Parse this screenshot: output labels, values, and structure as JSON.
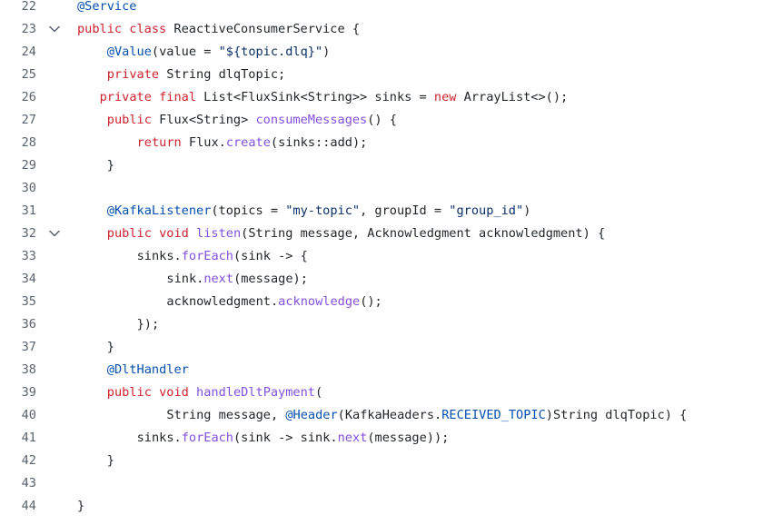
{
  "colors": {
    "plain": "#1f2328",
    "keyword": "#cf222e",
    "annotation": "#0550ae",
    "string": "#0a3069",
    "method": "#8250df",
    "constant": "#0550ae",
    "line_number": "#59636e"
  },
  "lines": [
    {
      "n": "22",
      "fold": false,
      "indent": 0,
      "tokens": [
        {
          "t": "annotation",
          "v": "@Service"
        }
      ]
    },
    {
      "n": "23",
      "fold": true,
      "indent": 0,
      "tokens": [
        {
          "t": "keyword",
          "v": "public"
        },
        {
          "t": "plain",
          "v": " "
        },
        {
          "t": "keyword",
          "v": "class"
        },
        {
          "t": "plain",
          "v": " ReactiveConsumerService {"
        }
      ]
    },
    {
      "n": "24",
      "fold": false,
      "indent": 4,
      "tokens": [
        {
          "t": "annotation",
          "v": "@Value"
        },
        {
          "t": "plain",
          "v": "(value = "
        },
        {
          "t": "string",
          "v": "\"${topic.dlq}\""
        },
        {
          "t": "plain",
          "v": ")"
        }
      ]
    },
    {
      "n": "25",
      "fold": false,
      "indent": 4,
      "tokens": [
        {
          "t": "keyword",
          "v": "private"
        },
        {
          "t": "plain",
          "v": " String dlqTopic;"
        }
      ]
    },
    {
      "n": "26",
      "fold": false,
      "indent": 3,
      "tokens": [
        {
          "t": "keyword",
          "v": "private"
        },
        {
          "t": "plain",
          "v": " "
        },
        {
          "t": "keyword",
          "v": "final"
        },
        {
          "t": "plain",
          "v": " List<FluxSink<String>> sinks = "
        },
        {
          "t": "keyword",
          "v": "new"
        },
        {
          "t": "plain",
          "v": " ArrayList<>();"
        }
      ]
    },
    {
      "n": "27",
      "fold": false,
      "indent": 4,
      "tokens": [
        {
          "t": "keyword",
          "v": "public"
        },
        {
          "t": "plain",
          "v": " Flux<String> "
        },
        {
          "t": "method",
          "v": "consumeMessages"
        },
        {
          "t": "plain",
          "v": "() {"
        }
      ]
    },
    {
      "n": "28",
      "fold": false,
      "indent": 8,
      "tokens": [
        {
          "t": "keyword",
          "v": "return"
        },
        {
          "t": "plain",
          "v": " Flux."
        },
        {
          "t": "method",
          "v": "create"
        },
        {
          "t": "plain",
          "v": "(sinks::add);"
        }
      ]
    },
    {
      "n": "29",
      "fold": false,
      "indent": 4,
      "tokens": [
        {
          "t": "plain",
          "v": "}"
        }
      ]
    },
    {
      "n": "30",
      "fold": false,
      "indent": 0,
      "tokens": []
    },
    {
      "n": "31",
      "fold": false,
      "indent": 4,
      "tokens": [
        {
          "t": "annotation",
          "v": "@KafkaListener"
        },
        {
          "t": "plain",
          "v": "(topics = "
        },
        {
          "t": "string",
          "v": "\"my-topic\""
        },
        {
          "t": "plain",
          "v": ", groupId = "
        },
        {
          "t": "string",
          "v": "\"group_id\""
        },
        {
          "t": "plain",
          "v": ")"
        }
      ]
    },
    {
      "n": "32",
      "fold": true,
      "indent": 4,
      "tokens": [
        {
          "t": "keyword",
          "v": "public"
        },
        {
          "t": "plain",
          "v": " "
        },
        {
          "t": "keyword",
          "v": "void"
        },
        {
          "t": "plain",
          "v": " "
        },
        {
          "t": "method",
          "v": "listen"
        },
        {
          "t": "plain",
          "v": "(String message, Acknowledgment acknowledgment) {"
        }
      ]
    },
    {
      "n": "33",
      "fold": false,
      "indent": 8,
      "tokens": [
        {
          "t": "plain",
          "v": "sinks."
        },
        {
          "t": "method",
          "v": "forEach"
        },
        {
          "t": "plain",
          "v": "(sink -> {"
        }
      ]
    },
    {
      "n": "34",
      "fold": false,
      "indent": 12,
      "tokens": [
        {
          "t": "plain",
          "v": "sink."
        },
        {
          "t": "method",
          "v": "next"
        },
        {
          "t": "plain",
          "v": "(message);"
        }
      ]
    },
    {
      "n": "35",
      "fold": false,
      "indent": 12,
      "tokens": [
        {
          "t": "plain",
          "v": "acknowledgment."
        },
        {
          "t": "method",
          "v": "acknowledge"
        },
        {
          "t": "plain",
          "v": "();"
        }
      ]
    },
    {
      "n": "36",
      "fold": false,
      "indent": 8,
      "tokens": [
        {
          "t": "plain",
          "v": "});"
        }
      ]
    },
    {
      "n": "37",
      "fold": false,
      "indent": 4,
      "tokens": [
        {
          "t": "plain",
          "v": "}"
        }
      ]
    },
    {
      "n": "38",
      "fold": false,
      "indent": 4,
      "tokens": [
        {
          "t": "annotation",
          "v": "@DltHandler"
        }
      ]
    },
    {
      "n": "39",
      "fold": false,
      "indent": 4,
      "tokens": [
        {
          "t": "keyword",
          "v": "public"
        },
        {
          "t": "plain",
          "v": " "
        },
        {
          "t": "keyword",
          "v": "void"
        },
        {
          "t": "plain",
          "v": " "
        },
        {
          "t": "method",
          "v": "handleDltPayment"
        },
        {
          "t": "plain",
          "v": "("
        }
      ]
    },
    {
      "n": "40",
      "fold": false,
      "indent": 12,
      "tokens": [
        {
          "t": "plain",
          "v": "String message, "
        },
        {
          "t": "annotation",
          "v": "@Header"
        },
        {
          "t": "plain",
          "v": "(KafkaHeaders."
        },
        {
          "t": "constant",
          "v": "RECEIVED_TOPIC"
        },
        {
          "t": "plain",
          "v": ")String dlqTopic) {"
        }
      ]
    },
    {
      "n": "41",
      "fold": false,
      "indent": 8,
      "tokens": [
        {
          "t": "plain",
          "v": "sinks."
        },
        {
          "t": "method",
          "v": "forEach"
        },
        {
          "t": "plain",
          "v": "(sink -> sink."
        },
        {
          "t": "method",
          "v": "next"
        },
        {
          "t": "plain",
          "v": "(message));"
        }
      ]
    },
    {
      "n": "42",
      "fold": false,
      "indent": 4,
      "tokens": [
        {
          "t": "plain",
          "v": "}"
        }
      ]
    },
    {
      "n": "43",
      "fold": false,
      "indent": 0,
      "tokens": []
    },
    {
      "n": "44",
      "fold": false,
      "indent": 0,
      "tokens": [
        {
          "t": "plain",
          "v": "}"
        }
      ]
    }
  ]
}
